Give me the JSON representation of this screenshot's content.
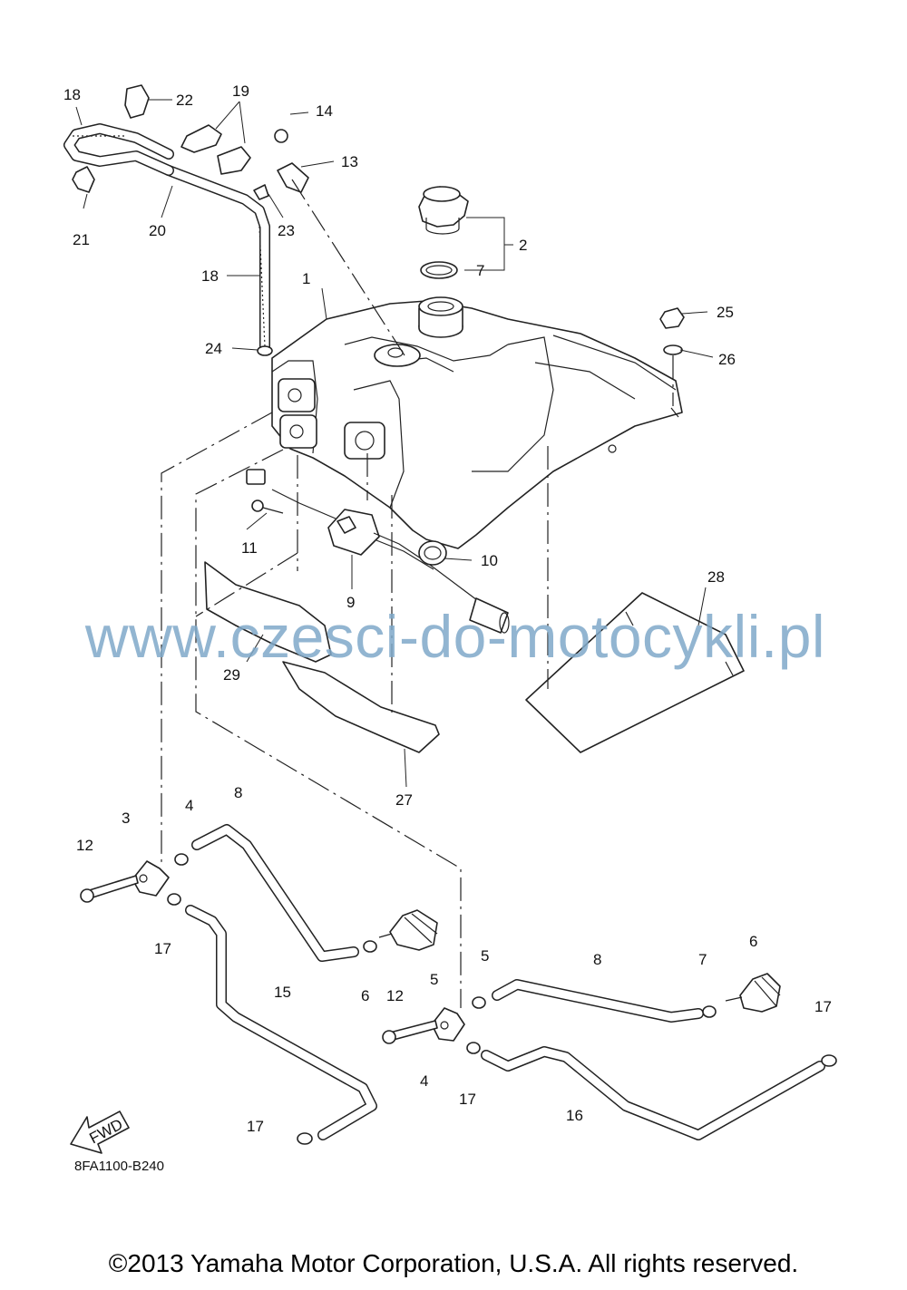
{
  "diagram": {
    "code": "8FA1100-B240",
    "fwd_label": "FWD",
    "callouts": [
      "1",
      "2",
      "3",
      "4",
      "4",
      "5",
      "5",
      "6",
      "6",
      "7",
      "7",
      "8",
      "8",
      "9",
      "10",
      "11",
      "12",
      "12",
      "13",
      "14",
      "15",
      "16",
      "17",
      "17",
      "17",
      "17",
      "18",
      "18",
      "19",
      "20",
      "21",
      "22",
      "23",
      "24",
      "25",
      "26",
      "27",
      "28",
      "29"
    ]
  },
  "watermark": "www.czesci-do-motocykli.pl",
  "copyright": "©2013 Yamaha Motor Corporation, U.S.A. All rights reserved."
}
